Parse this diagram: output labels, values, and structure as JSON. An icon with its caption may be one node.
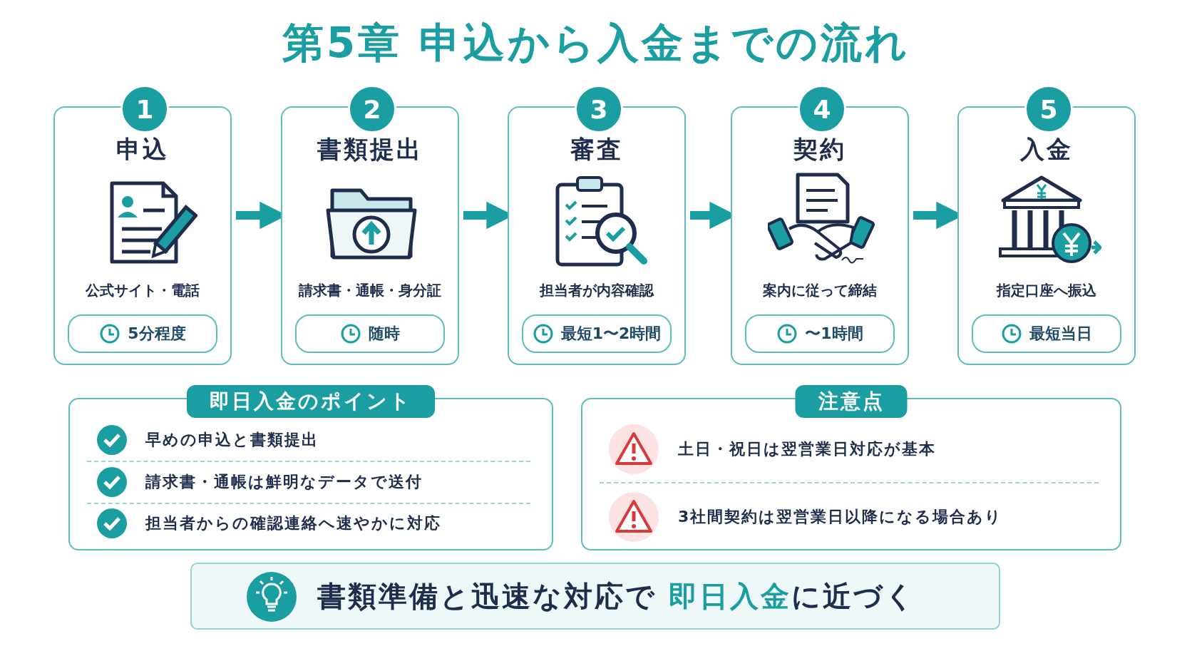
{
  "diagram": {
    "title": "第5章 申込から入金までの流れ",
    "nodes": [
      {
        "text": [
          "1",
          "申込",
          "公式サイト・電話"
        ]
      },
      {
        "text": [
          "5分程度"
        ],
        "in": 0
      },
      {
        "text": [
          "2",
          "書類提出",
          "請求書・通帳・身分証"
        ]
      },
      {
        "text": [
          "随時"
        ],
        "in": 2
      },
      {
        "text": [
          "3",
          "審査",
          "担当者が内容確認"
        ]
      },
      {
        "text": [
          "最短1〜2時間"
        ],
        "in": 4
      },
      {
        "text": [
          "4",
          "契約",
          "案内に従って締結"
        ]
      },
      {
        "text": [
          "〜1時間"
        ],
        "in": 6
      },
      {
        "text": [
          "5",
          "入金",
          "指定口座へ振込"
        ]
      },
      {
        "text": [
          "最短当日"
        ],
        "in": 8
      },
      {
        "text": [
          "即日入金のポイント",
          "早めの申込と書類提出",
          "請求書・通帳は鮮明なデータで送付",
          "担当者からの確認連絡へ速やかに対応"
        ]
      },
      {
        "text": [
          "注意点",
          "土日・祝日は翌営業日対応が基本",
          "3社間契約は翌営業日以降になる場合あり"
        ]
      },
      {
        "text": [
          "書類準備と迅速な対応で **即日入金**に近づく"
        ]
      }
    ],
    "edges": [
      {
        "from": 0,
        "to": 2,
        "arrow": "to"
      },
      {
        "from": 2,
        "to": 4,
        "arrow": "to"
      },
      {
        "from": 4,
        "to": 6,
        "arrow": "to"
      },
      {
        "from": 6,
        "to": 8,
        "arrow": "to"
      }
    ]
  }
}
